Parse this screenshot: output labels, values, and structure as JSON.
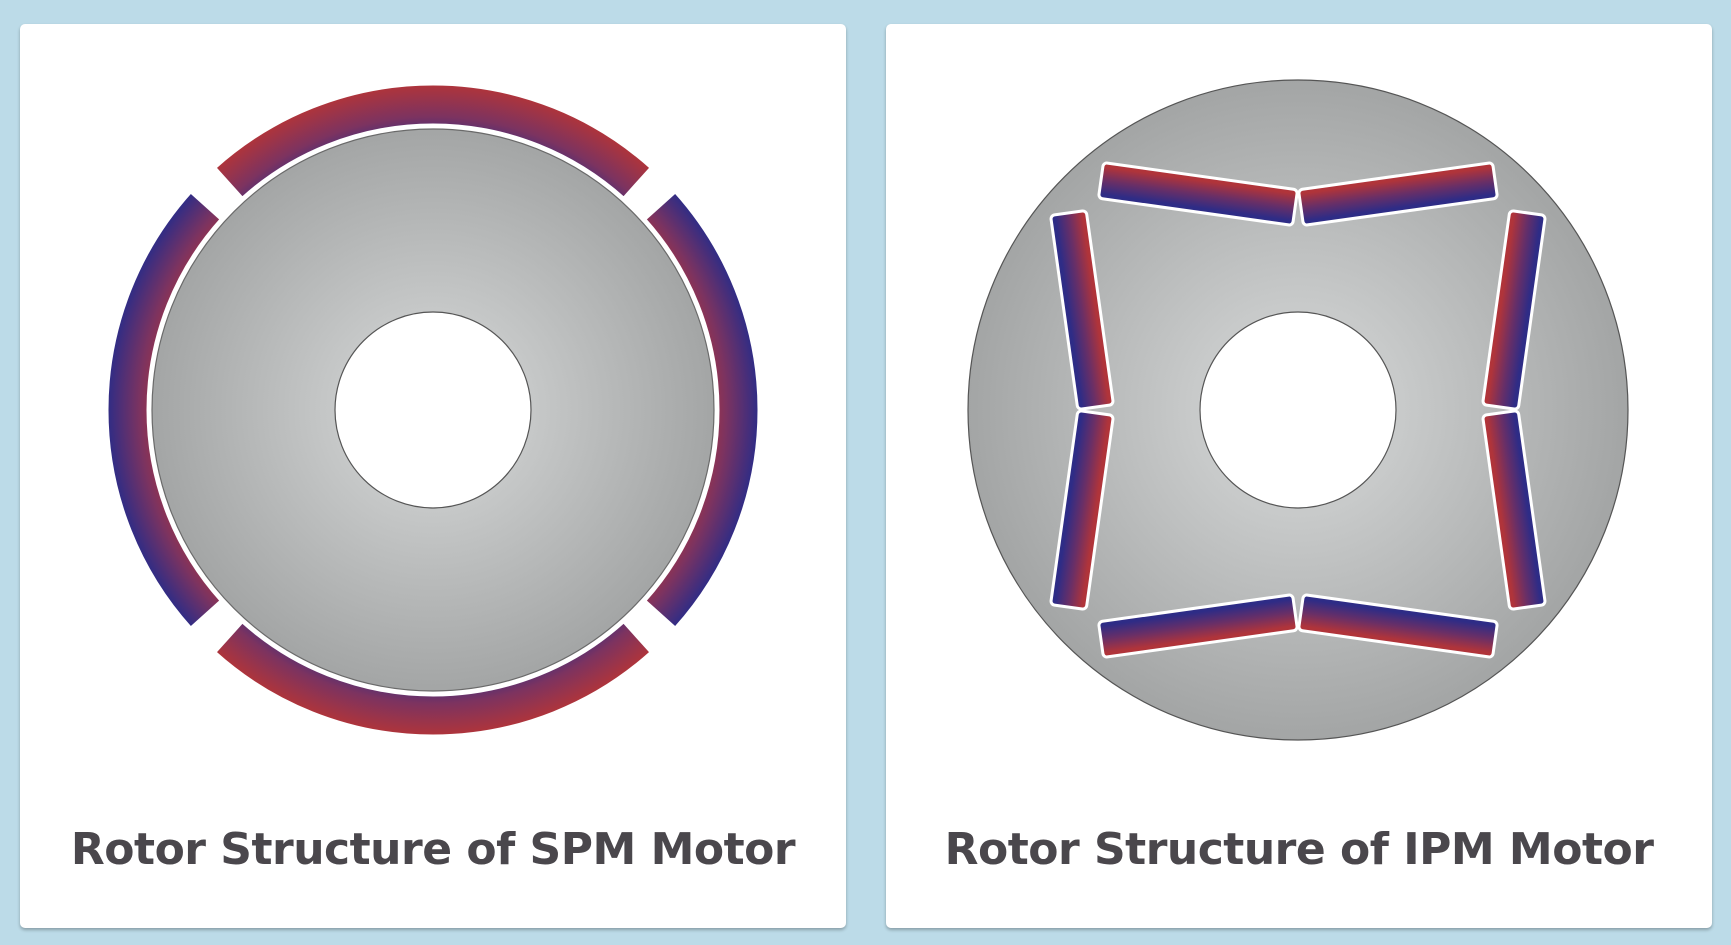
{
  "panels": [
    {
      "id": "spm",
      "caption": "Rotor Structure of SPM Motor"
    },
    {
      "id": "ipm",
      "caption": "Rotor Structure of IPM Motor"
    }
  ],
  "colors": {
    "background": "#bcdbe8",
    "card": "#ffffff",
    "magnet_north": "#b0343a",
    "magnet_south": "#2e2c86",
    "rotor_core_light": "#d9dbdb",
    "rotor_core_dark": "#a3a5a5",
    "caption_text": "#4a474c"
  }
}
